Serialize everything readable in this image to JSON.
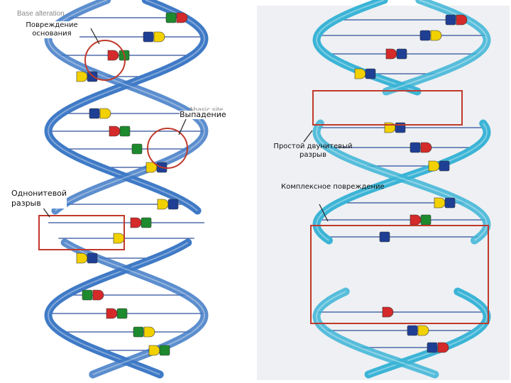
{
  "left_panel": {
    "ghost_labels": {
      "base_alteration": "Base alteration",
      "abasic_site": "Abasic site"
    },
    "labels": {
      "base_damage_line1": "Повреждение",
      "base_damage_line2": "основания",
      "abasic": "Выпадение",
      "single_strand_line1": "Однонитевой",
      "single_strand_line2": "разрыв"
    }
  },
  "right_panel": {
    "labels": {
      "double_strand_line1": "Простой двунитевый",
      "double_strand_line2": "разрыв",
      "complex": "Комплексное повреждение"
    }
  },
  "colors": {
    "left_strand": "#3f7ac6",
    "right_strand": "#3bb4d6",
    "right_background": "#eef0f3",
    "marker": "#c0392b",
    "base_green": "#1e8a2e",
    "base_red": "#d42a2a",
    "base_yellow": "#f2d100",
    "base_blue": "#1f3f95"
  }
}
